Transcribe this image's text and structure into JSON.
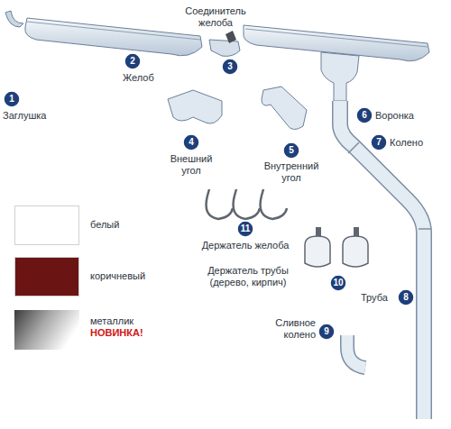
{
  "diagram": {
    "labels": [
      "1",
      "Заглушка",
      "2",
      "Желоб",
      "Соединитель желоба",
      "3",
      "6",
      "Воронка",
      "7",
      "Колено",
      "4",
      "Внешний угол",
      "5",
      "Внутренний угол",
      "11",
      "Держатель желоба",
      "Держатель трубы (дерево, кирпич)",
      "10",
      "Труба",
      "8",
      "Сливное колено",
      "9",
      "НОВИНКА!"
    ],
    "legend": [
      {
        "text": "белый",
        "color": "#ffffff"
      },
      {
        "text": "коричневый",
        "color": "#6b1414"
      },
      {
        "text": "металлик"
      }
    ]
  }
}
